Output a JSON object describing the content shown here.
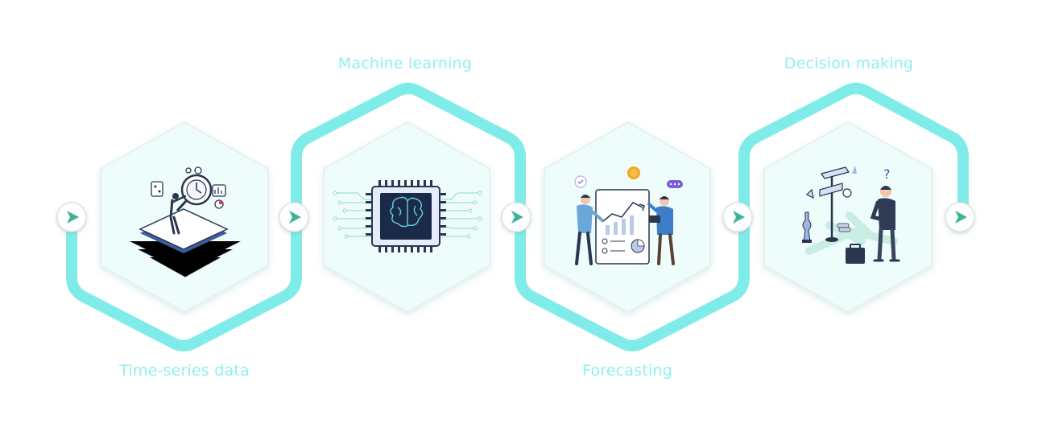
{
  "steps": [
    {
      "label": "Time-series data",
      "illustration": "magnifier-analyst-icon"
    },
    {
      "label": "Machine learning",
      "illustration": "brain-chip-icon"
    },
    {
      "label": "Forecasting",
      "illustration": "presentation-chart-icon"
    },
    {
      "label": "Decision making",
      "illustration": "crossroads-signpost-icon"
    }
  ],
  "colors": {
    "connector": "#7fecea",
    "hex_fill": "#eefcfb",
    "arrow_green": "#3fb39a",
    "label": "#8ff0ee"
  }
}
